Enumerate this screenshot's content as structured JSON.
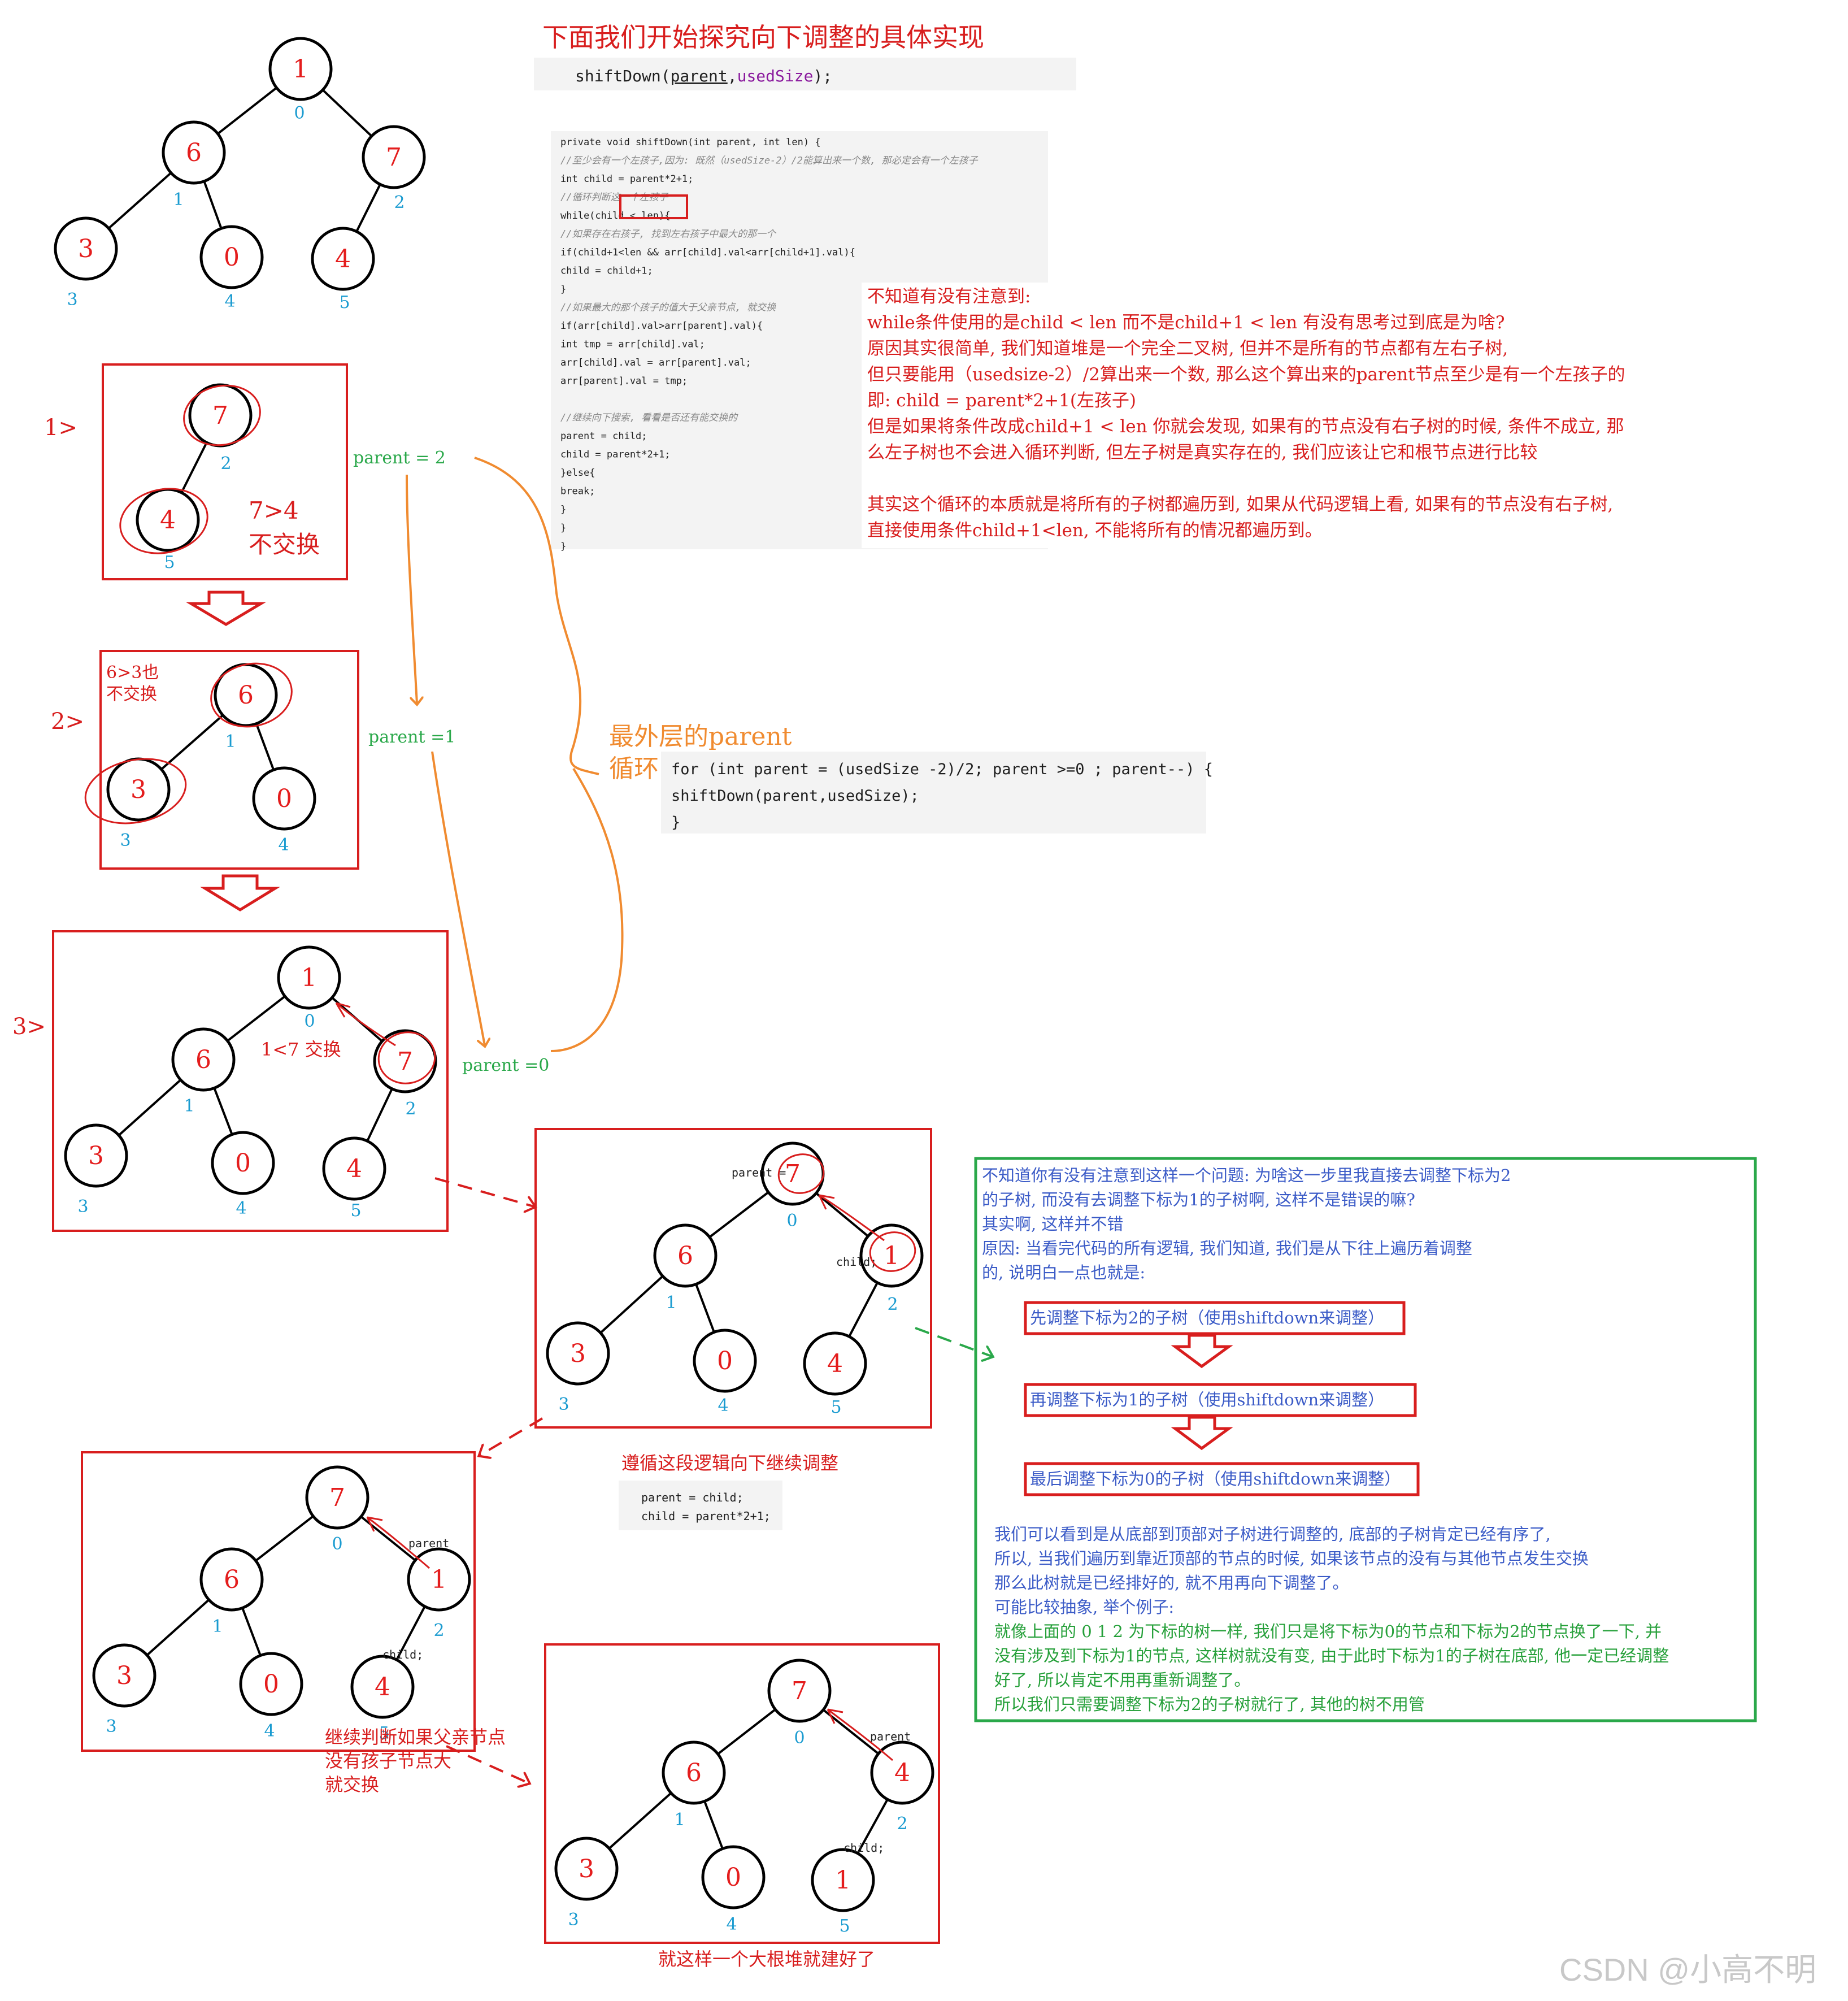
{
  "colors": {
    "red": "#d81e1e",
    "node_text": "#e41d1d",
    "index": "#1a9bd0",
    "green": "#2aa84a",
    "orange": "#f08b30",
    "blue_text": "#3b5bc7",
    "green_text": "#26a03a",
    "code_kw": "#1a33b0",
    "code_field": "#8b1b9e",
    "code_comment": "#888888",
    "code_text": "#1f1f1f"
  },
  "header": {
    "title": "下面我们开始探究向下调整的具体实现",
    "call": [
      "shiftDown(",
      "parent",
      ",",
      "usedSize",
      ");"
    ]
  },
  "code_main": {
    "lines": [
      "private void shiftDown(int parent, int len) {",
      "    //至少会有一个左孩子,因为: 既然（usedSize-2）/2能算出来一个数, 那必定会有一个左孩子",
      "    int child = parent*2+1;",
      "    //循环判断这一个左孩子",
      "    while(child < len){",
      "        //如果存在右孩子, 找到左右孩子中最大的那一个",
      "        if(child+1<len && arr[child].val<arr[child+1].val){",
      "            child = child+1;",
      "        }",
      "        //如果最大的那个孩子的值大于父亲节点, 就交换",
      "        if(arr[child].val>arr[parent].val){",
      "            int tmp = arr[child].val;",
      "            arr[child].val = arr[parent].val;",
      "            arr[parent].val = tmp;",
      "",
      "            //继续向下搜索, 看看是否还有能交换的",
      "            parent = child;",
      "            child = parent*2+1;",
      "        }else{",
      "            break;",
      "        }",
      "    }",
      "}"
    ]
  },
  "note_top": {
    "lines": [
      "不知道有没有注意到:",
      "while条件使用的是child < len 而不是child+1 < len 有没有思考过到底是为啥?",
      "原因其实很简单, 我们知道堆是一个完全二叉树, 但并不是所有的节点都有左右子树,",
      "但只要能用（usedsize-2）/2算出来一个数, 那么这个算出来的parent节点至少是有一个左孩子的",
      "即: child = parent*2+1(左孩子)",
      "但是如果将条件改成child+1 < len 你就会发现, 如果有的节点没有右子树的时候, 条件不成立, 那",
      "么左子树也不会进入循环判断, 但左子树是真实存在的, 我们应该让它和根节点进行比较",
      "",
      "其实这个循环的本质就是将所有的子树都遍历到, 如果从代码逻辑上看, 如果有的节点没有右子树,",
      "直接使用条件child+1<len, 不能将所有的情况都遍历到。"
    ]
  },
  "steps": {
    "s1": "1>",
    "s2": "2>",
    "s3": "3>",
    "step1_note": [
      "7>4",
      "不交换"
    ],
    "step2_note": [
      "6>3也",
      "不交换"
    ],
    "step3_note": "1<7 交换"
  },
  "parent_labels": [
    "parent = 2",
    "parent =1",
    "parent =0"
  ],
  "outer_loop": {
    "label": [
      "最外层的parent",
      "循环"
    ],
    "code": [
      "for (int parent = (usedSize -2)/2; parent >=0 ; parent--) {",
      "    shiftDown(parent,usedSize);",
      "}"
    ]
  },
  "trees": {
    "t0": {
      "values": [
        "1",
        "6",
        "7",
        "3",
        "0",
        "4"
      ],
      "indices": [
        "0",
        "1",
        "2",
        "3",
        "4",
        "5"
      ]
    },
    "s1": {
      "values": [
        "7",
        "4"
      ],
      "indices": [
        "2",
        "5"
      ]
    },
    "s2": {
      "values": [
        "6",
        "3",
        "0"
      ],
      "indices": [
        "1",
        "3",
        "4"
      ]
    },
    "s3": {
      "values": [
        "1",
        "6",
        "7",
        "3",
        "0",
        "4"
      ],
      "indices": [
        "0",
        "1",
        "2",
        "3",
        "4",
        "5"
      ]
    },
    "t4": {
      "values": [
        "7",
        "6",
        "1",
        "3",
        "0",
        "4"
      ],
      "indices": [
        "0",
        "1",
        "2",
        "3",
        "4",
        "5"
      ],
      "tags": [
        "parent =",
        "child;"
      ]
    },
    "t5": {
      "values": [
        "7",
        "6",
        "1",
        "3",
        "0",
        "4"
      ],
      "indices": [
        "0",
        "1",
        "2",
        "3",
        "4",
        "5"
      ],
      "tags": [
        "parent",
        "child;"
      ]
    },
    "t6": {
      "values": [
        "7",
        "6",
        "4",
        "3",
        "0",
        "1"
      ],
      "indices": [
        "0",
        "1",
        "2",
        "3",
        "4",
        "5"
      ],
      "tags": [
        "parent",
        "child;"
      ]
    }
  },
  "follow_logic": {
    "caption": "遵循这段逻辑向下继续调整",
    "code": [
      "parent = child;",
      "child = parent*2+1;"
    ]
  },
  "continue_note": [
    "继续判断如果父亲节点",
    "没有孩子节点大",
    "就交换"
  ],
  "done_caption": "就这样一个大根堆就建好了",
  "green_box": {
    "intro": [
      "不知道你有没有注意到这样一个问题: 为啥这一步里我直接去调整下标为2",
      "的子树, 而没有去调整下标为1的子树啊, 这样不是错误的嘛?",
      "其实啊, 这样并不错",
      "原因: 当看完代码的所有逻辑, 我们知道, 我们是从下往上遍历着调整",
      "的, 说明白一点也就是:"
    ],
    "steps": [
      "先调整下标为2的子树（使用shiftdown来调整）",
      "再调整下标为1的子树（使用shiftdown来调整）",
      "最后调整下标为0的子树（使用shiftdown来调整）"
    ],
    "para_blue": [
      "我们可以看到是从底部到顶部对子树进行调整的, 底部的子树肯定已经有序了,",
      "所以, 当我们遍历到靠近顶部的节点的时候, 如果该节点的没有与其他节点发生交换",
      "那么此树就是已经排好的, 就不用再向下调整了。",
      "可能比较抽象, 举个例子:"
    ],
    "para_green": [
      "就像上面的 0 1 2 为下标的树一样, 我们只是将下标为0的节点和下标为2的节点换了一下, 并",
      "没有涉及到下标为1的节点, 这样树就没有变, 由于此时下标为1的子树在底部, 他一定已经调整",
      "好了, 所以肯定不用再重新调整了。",
      "所以我们只需要调整下标为2的子树就行了, 其他的树不用管"
    ]
  },
  "watermark": "CSDN @小高不明"
}
